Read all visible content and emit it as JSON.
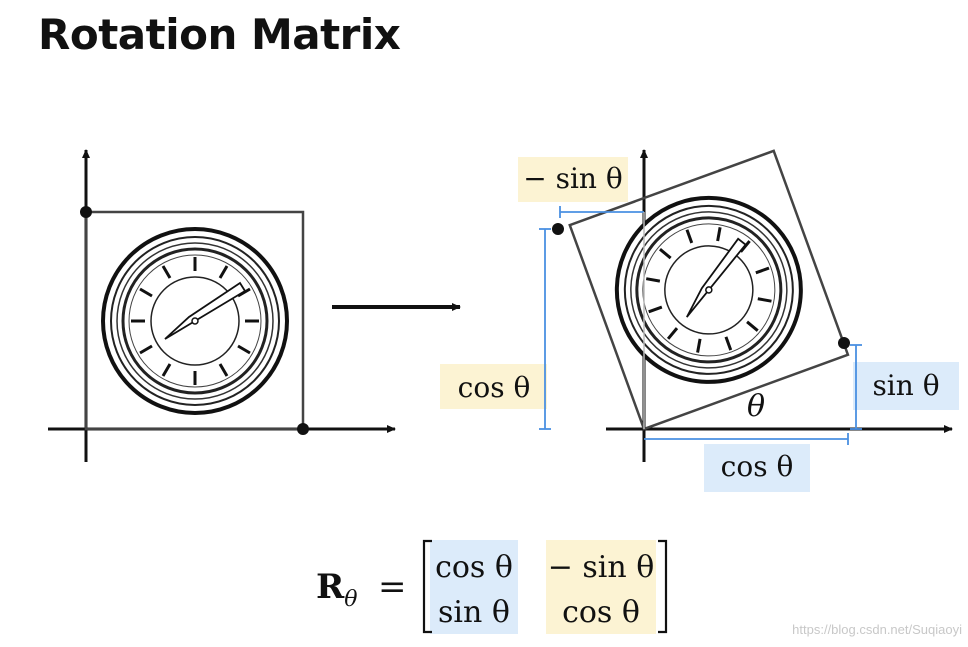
{
  "title": "Rotation Matrix",
  "labels": {
    "neg_sin_theta": "− sin θ",
    "cos_theta_vertical": "cos θ",
    "sin_theta_right": "sin θ",
    "cos_theta_bottom": "cos θ",
    "theta": "θ"
  },
  "formula": {
    "lhs_bold": "R",
    "lhs_sub": "θ",
    "equals": "=",
    "m11": "cos θ",
    "m12": "− sin θ",
    "m21": "sin θ",
    "m22": "cos θ"
  },
  "colors": {
    "yellow_highlight": "#fcf3d3",
    "blue_highlight": "#dcebfa",
    "measure_line": "#4a90e2",
    "axis": "#111111",
    "box": "#444444"
  },
  "watermark": "https://blog.csdn.net/Suqiaoyi"
}
